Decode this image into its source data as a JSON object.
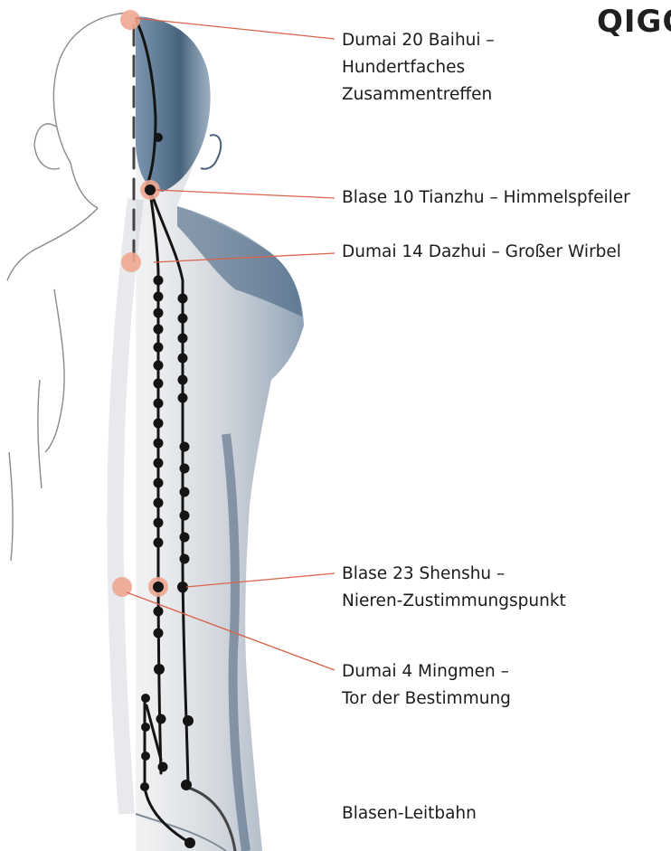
{
  "header": {
    "title": "QIGO"
  },
  "annotations": [
    {
      "id": "dumai-20",
      "lines": [
        "Dumai 20 Baihui –",
        "Hundertfaches",
        "Zusammentreffen"
      ]
    },
    {
      "id": "blase-10",
      "lines": [
        "Blase 10 Tianzhu – Himmelspfeiler"
      ]
    },
    {
      "id": "dumai-14",
      "lines": [
        "Dumai 14 Dazhui – Großer Wirbel"
      ]
    },
    {
      "id": "blase-23",
      "lines": [
        "Blase 23 Shenshu –",
        "Nieren-Zustimmungspunkt"
      ]
    },
    {
      "id": "dumai-4",
      "lines": [
        "Dumai 4 Mingmen –",
        "Tor der Bestimmung"
      ]
    },
    {
      "id": "blasen-leitbahn",
      "lines": [
        "Blasen-Leitbahn"
      ]
    }
  ],
  "colors": {
    "marker": "#eea791",
    "leader_line": "#d9634b",
    "meridian": "#141414",
    "shading": "#3e5f7e",
    "outline": "#8a8a8a"
  }
}
